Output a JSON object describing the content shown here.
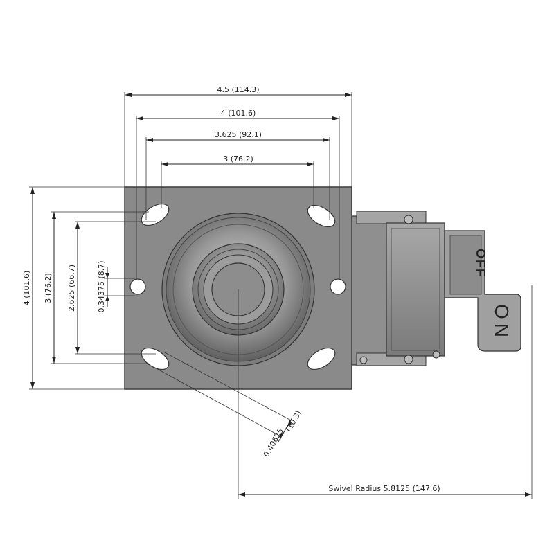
{
  "dimensions": {
    "plate_width": "4.5 (114.3)",
    "bolt_outer": "4 (101.6)",
    "bolt_slot_outer": "3.625 (92.1)",
    "bolt_inner": "3 (76.2)",
    "plate_height": "4 (101.6)",
    "bolt_vert_outer": "3 (76.2)",
    "bolt_vert_inner": "2.625 (66.7)",
    "slot_width": "0.34375 (8.7)",
    "hole_dim_a": "0.40625",
    "hole_dim_b": "(10.3)",
    "swivel_radius": "Swivel Radius 5.8125 (147.6)"
  },
  "brake_labels": {
    "off": "OFF",
    "on": "ON"
  },
  "colors": {
    "plate": "#8a8a8a",
    "plate_edge": "#3a3a3a",
    "wheel_light": "#b5b5b5",
    "wheel_dark": "#6e6e6e",
    "dimension_line": "#222222"
  }
}
